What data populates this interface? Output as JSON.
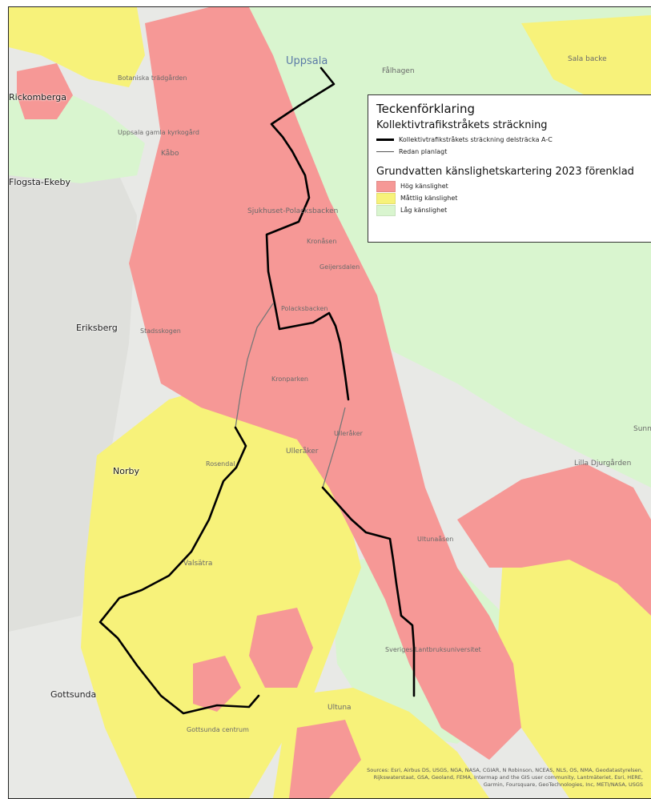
{
  "colors": {
    "high": "#f69896",
    "moderate": "#f7f27a",
    "low": "#d9f5cf",
    "route": "#000000",
    "planned": "#777777"
  },
  "places": [
    {
      "name": "Uppsala",
      "kind": "blue"
    },
    {
      "name": "Fålhagen",
      "kind": "minor"
    },
    {
      "name": "Sala backe",
      "kind": "minor"
    },
    {
      "name": "Rickomberga",
      "kind": "major"
    },
    {
      "name": "Flogsta-Ekeby",
      "kind": "major"
    },
    {
      "name": "Kåbo",
      "kind": "minor"
    },
    {
      "name": "Sjukhuset-Polacksbacken",
      "kind": "minor"
    },
    {
      "name": "Eriksberg",
      "kind": "major"
    },
    {
      "name": "Ulleråker",
      "kind": "minor"
    },
    {
      "name": "Norby",
      "kind": "major"
    },
    {
      "name": "Valsätra",
      "kind": "minor"
    },
    {
      "name": "Gottsunda",
      "kind": "major"
    },
    {
      "name": "Ultuna",
      "kind": "minor"
    },
    {
      "name": "Lilla Djurgården",
      "kind": "minor"
    },
    {
      "name": "Sveriges Lantbruksuniversitet",
      "kind": "minor"
    },
    {
      "name": "Uppsala gamla kyrkogård",
      "kind": "minor"
    },
    {
      "name": "Botaniska trädgården",
      "kind": "minor"
    },
    {
      "name": "Kronåsen",
      "kind": "minor"
    },
    {
      "name": "Geijersdalen",
      "kind": "minor"
    },
    {
      "name": "Polacksbacken",
      "kind": "minor"
    },
    {
      "name": "Stadsskogen",
      "kind": "minor"
    },
    {
      "name": "Kronparken",
      "kind": "minor"
    },
    {
      "name": "Ulleråker",
      "kind": "minor"
    },
    {
      "name": "Rosendal",
      "kind": "minor"
    },
    {
      "name": "Ultunaåsen",
      "kind": "minor"
    },
    {
      "name": "Gottsunda centrum",
      "kind": "minor"
    },
    {
      "name": "Sunnersta",
      "kind": "minor"
    }
  ],
  "legend": {
    "title": "Teckenförklaring",
    "section1": "Kollektivtrafikstråkets sträckning",
    "route_label": "Kollektivtrafikstråkets sträckning delsträcka A-C",
    "planned_label": "Redan planlagt",
    "section2": "Grundvatten känslighetskartering 2023 förenklad",
    "high_label": "Hög känslighet",
    "moderate_label": "Måttlig känslighet",
    "low_label": "Låg känslighet"
  },
  "attribution": "Sources: Esri, Airbus DS, USGS, NGA, NASA, CGIAR, N Robinson, NCEAS, NLS, OS, NMA, Geodatastyrelsen, Rijkswaterstaat, GSA, Geoland, FEMA, Intermap and the GIS user community, Lantmäteriet, Esri, HERE, Garmin, Foursquare, GeoTechnologies, Inc, METI/NASA, USGS"
}
